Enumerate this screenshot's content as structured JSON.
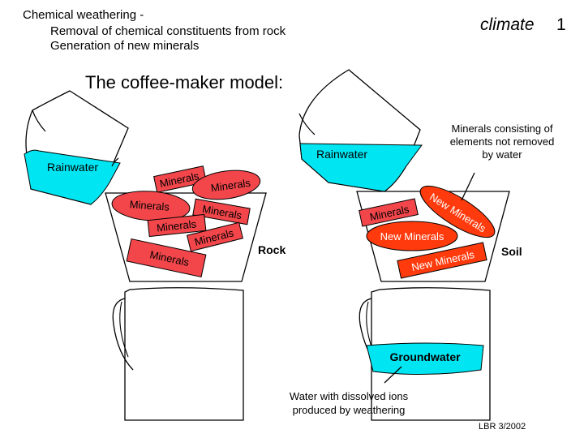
{
  "header": {
    "title": "Chemical weathering -",
    "line1": "Removal of chemical constituents from rock",
    "line2": "Generation of new minerals"
  },
  "topic": "climate",
  "page_number": "1",
  "model_title": "The coffee-maker model:",
  "left": {
    "rain_label": "Rainwater",
    "minerals_label": "Minerals",
    "side_label": "Rock"
  },
  "right": {
    "rain_label": "Rainwater",
    "minerals_label": "Minerals",
    "new_minerals_label": "New Minerals",
    "side_label": "Soil",
    "groundwater_label": "Groundwater"
  },
  "notes": {
    "top": "Minerals consisting of elements not removed by water",
    "bottom": "Water with dissolved ions produced by weathering"
  },
  "credit": "LBR 3/2002",
  "colors": {
    "water": "#00e5f2",
    "mineral": "#f2464b",
    "new_mineral": "#ff3a0c",
    "groundwater": "#00e5f2"
  }
}
